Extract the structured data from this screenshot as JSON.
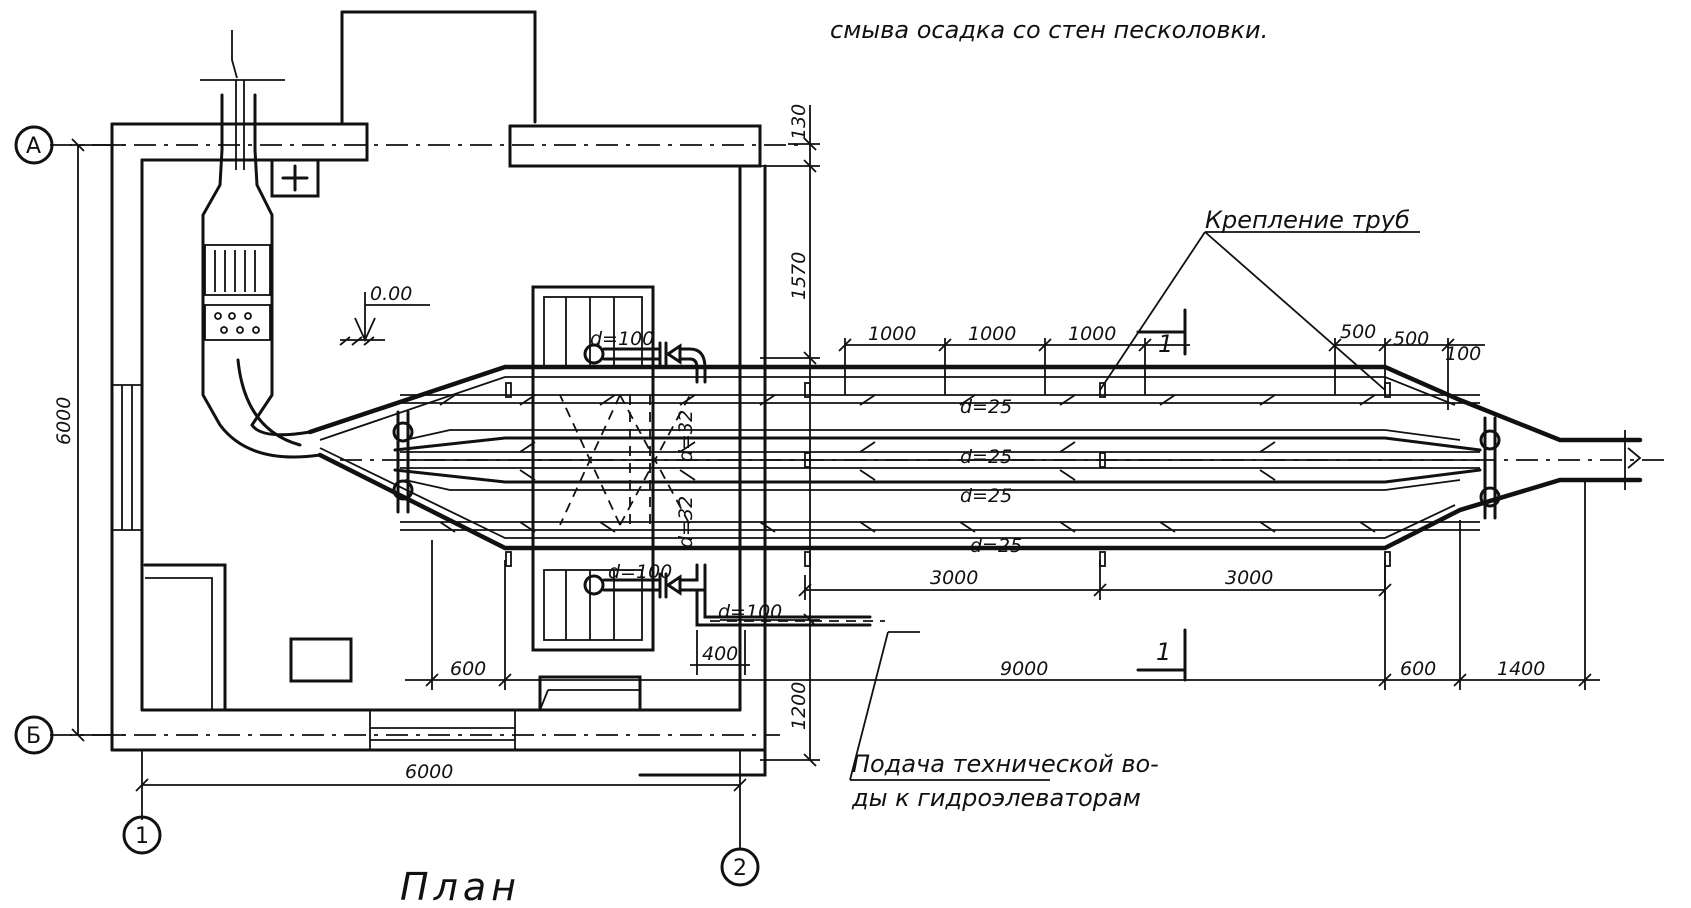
{
  "caption_top": "смыва осадка со стен песколовки.",
  "title": "План",
  "callouts": {
    "pipe_fastening": "Крепление труб",
    "water_supply_line1": "Подача технической во-",
    "water_supply_line2": "ды к гидроэлеваторам"
  },
  "level_mark": "0.00",
  "section_mark": "1",
  "axes": {
    "a": "А",
    "b": "Б",
    "one": "1",
    "two": "2"
  },
  "pipe_labels": {
    "d25_1": "d=25",
    "d25_2": "d=25",
    "d25_3": "d=25",
    "d25_4": "d=25",
    "d32_up": "d=32",
    "d32_low": "d=32",
    "d100_up": "d=100",
    "d100_low": "d=100",
    "d100_supply": "d=100"
  },
  "dimensions": {
    "vertical_total": "6000",
    "wall_130": "130",
    "dist_1570": "1570",
    "dist_1200": "1200",
    "span_6000": "6000",
    "step_1000_a": "1000",
    "step_1000_b": "1000",
    "step_1000_c": "1000",
    "step_500_a": "500",
    "step_500_b": "500",
    "step_100": "100",
    "step_3000_a": "3000",
    "step_3000_b": "3000",
    "len_9000": "9000",
    "len_600_a": "600",
    "len_600_b": "600",
    "len_1400": "1400",
    "len_400": "400"
  }
}
